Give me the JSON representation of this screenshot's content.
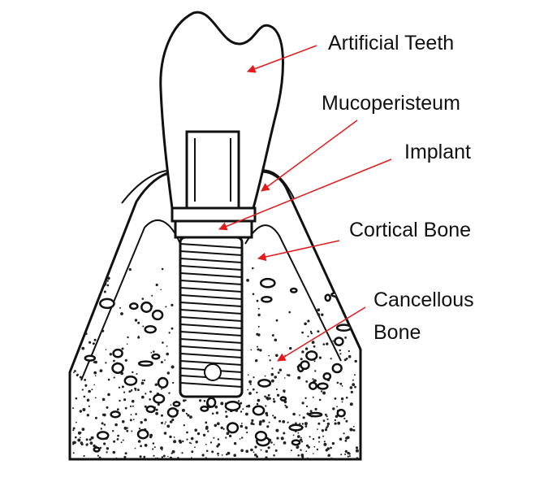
{
  "labels": {
    "artificial_teeth": "Artificial Teeth",
    "mucoperisteum": "Mucoperisteum",
    "implant": "Implant",
    "cortical_bone": "Cortical Bone",
    "cancellous_bone_line1": "Cancellous",
    "cancellous_bone_line2": "Bone"
  },
  "colors": {
    "outline": "#111111",
    "arrow": "#e31b1b",
    "speckle": "#222222"
  }
}
